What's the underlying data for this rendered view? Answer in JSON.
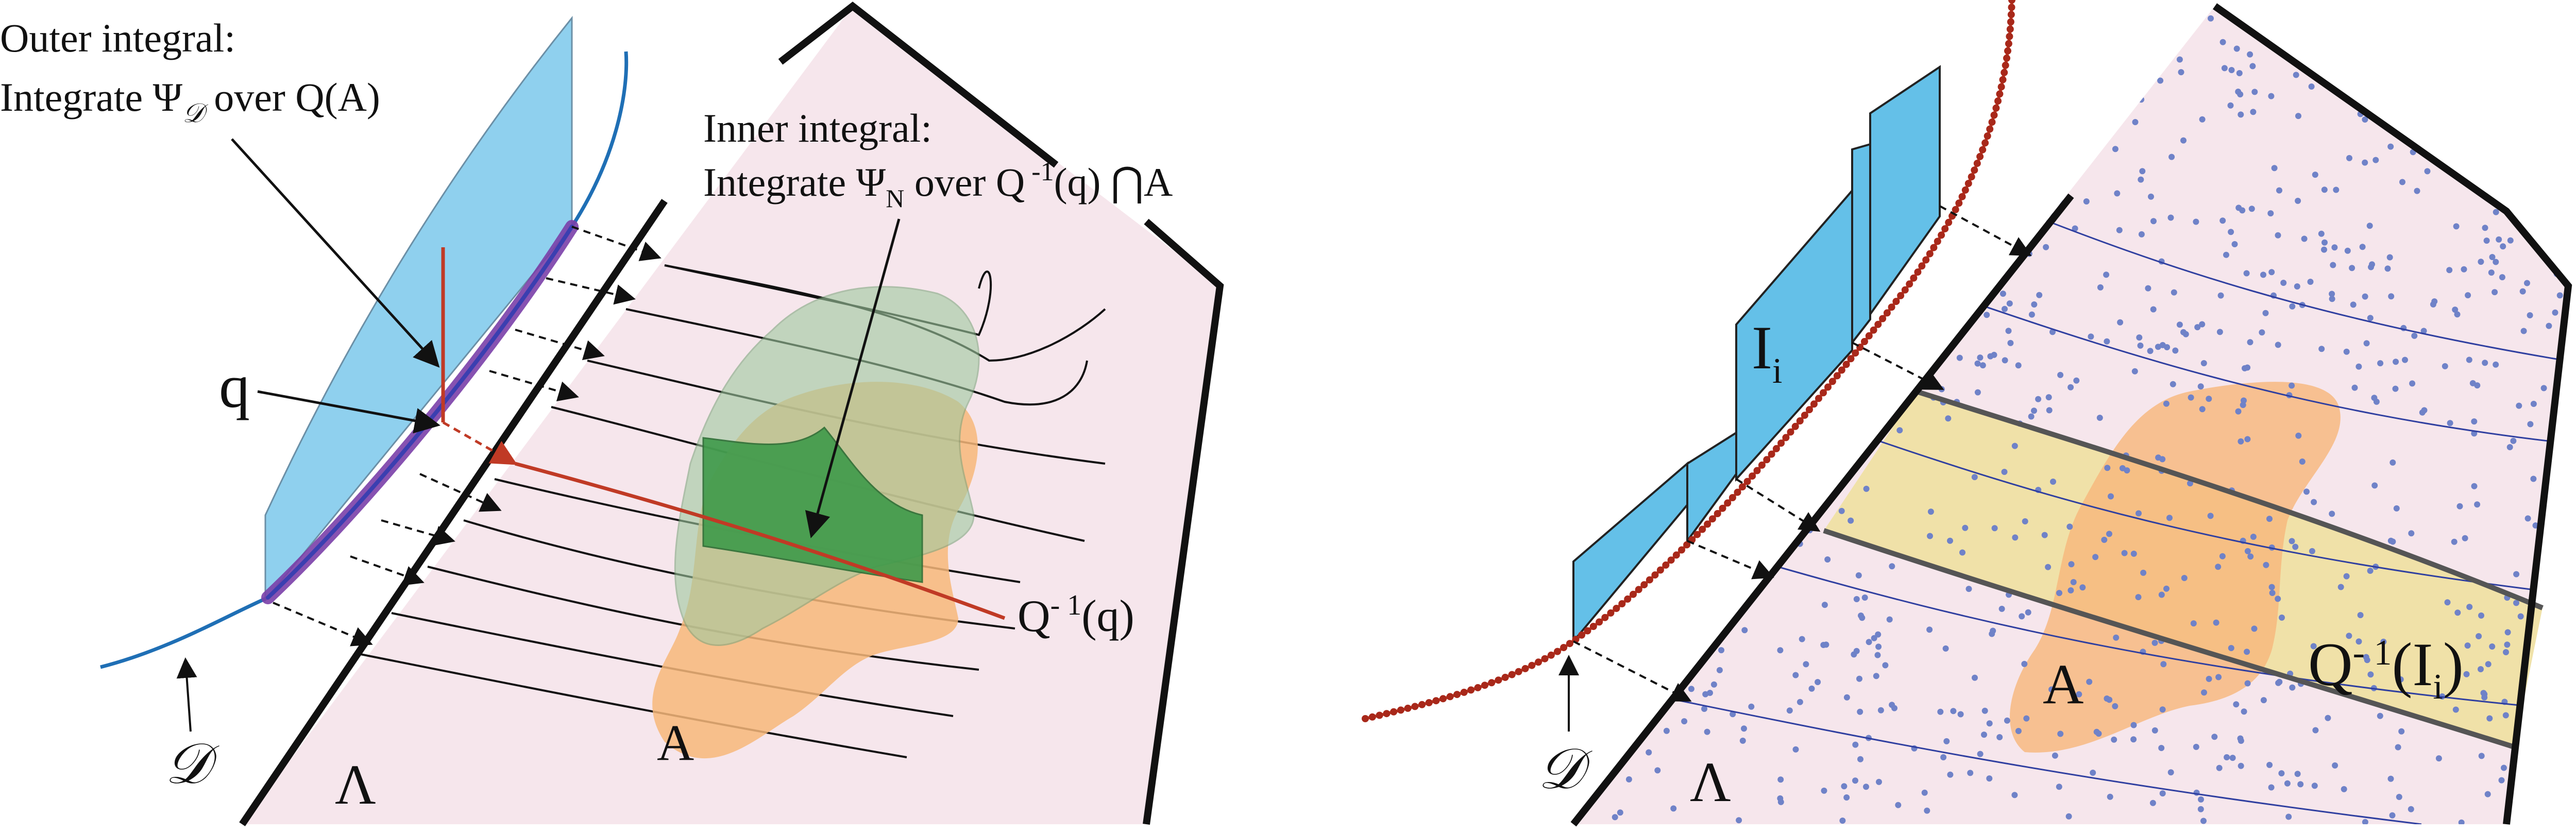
{
  "left_panel": {
    "outer_title": "Outer integral:",
    "outer_body_prefix": "Integrate Ψ",
    "outer_body_sub": "𝒟",
    "outer_body_suffix": " over Q(A)",
    "inner_title": "Inner integral:",
    "inner_body_prefix": "Integrate Ψ",
    "inner_body_sub": "N",
    "inner_body_suffix": " over Q",
    "inner_body_sup": " -1",
    "inner_body_tail": "(q) ⋂A",
    "q_label": "q",
    "qinv_prefix": "Q",
    "qinv_sup": "- 1",
    "qinv_tail": "(q)",
    "A_label": "A",
    "D_label": "𝒟",
    "Lambda_label": "Λ"
  },
  "right_panel": {
    "I_prefix": "I",
    "I_sub": "i",
    "A_label": "A",
    "qinv_prefix": "Q",
    "qinv_sup": "- 1",
    "qinv_mid": "(I",
    "qinv_sub": "i",
    "qinv_tail": ")",
    "D_label": "𝒟",
    "Lambda_label": "Λ"
  },
  "colors": {
    "pink_region": "#f6e6ec",
    "blue_panel": "#8fd0ee",
    "orange_blob": "#f7b77a",
    "green_blob": "#3f9a4a",
    "curve_blue": "#1f6fb5",
    "curve_red": "#c03a25",
    "dots": "#6f82c8",
    "band_yellow": "#efe0a4"
  }
}
